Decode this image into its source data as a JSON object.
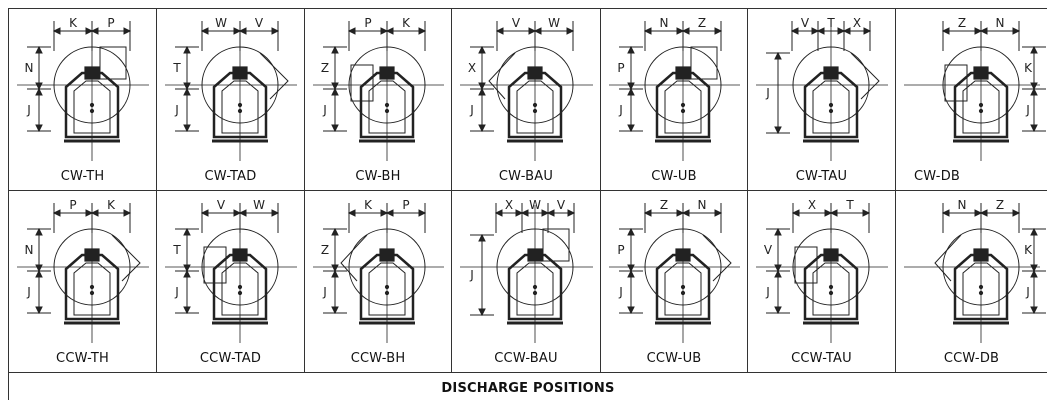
{
  "footer": {
    "title": "DISCHARGE POSITIONS"
  },
  "rows": [
    [
      {
        "caption": "CW-TH",
        "top": [
          "K",
          "P"
        ],
        "side": [
          "N",
          "J"
        ]
      },
      {
        "caption": "CW-TAD",
        "top": [
          "W",
          "V"
        ],
        "side": [
          "T",
          "J"
        ]
      },
      {
        "caption": "CW-BH",
        "top": [
          "P",
          "K"
        ],
        "side": [
          "Z",
          "J"
        ]
      },
      {
        "caption": "CW-BAU",
        "top": [
          "V",
          "W"
        ],
        "side": [
          "X",
          "J"
        ]
      },
      {
        "caption": "CW-UB",
        "top": [
          "N",
          "Z"
        ],
        "side": [
          "P",
          "J"
        ]
      },
      {
        "caption": "CW-TAU",
        "top": [
          "V",
          "T",
          "X"
        ],
        "side": [
          "J"
        ]
      },
      {
        "caption": "CW-DB",
        "top": [
          "Z",
          "N"
        ],
        "side": [
          "K",
          "J"
        ]
      }
    ],
    [
      {
        "caption": "CCW-TH",
        "top": [
          "P",
          "K"
        ],
        "side": [
          "N",
          "J"
        ]
      },
      {
        "caption": "CCW-TAD",
        "top": [
          "V",
          "W"
        ],
        "side": [
          "T",
          "J"
        ]
      },
      {
        "caption": "CCW-BH",
        "top": [
          "K",
          "P"
        ],
        "side": [
          "Z",
          "J"
        ]
      },
      {
        "caption": "CCW-BAU",
        "top": [
          "X",
          "W",
          "V"
        ],
        "side": [
          "J"
        ]
      },
      {
        "caption": "CCW-UB",
        "top": [
          "Z",
          "N"
        ],
        "side": [
          "P",
          "J"
        ]
      },
      {
        "caption": "CCW-TAU",
        "top": [
          "X",
          "T"
        ],
        "side": [
          "V",
          "J"
        ]
      },
      {
        "caption": "CCW-DB",
        "top": [
          "N",
          "Z"
        ],
        "side": [
          "K",
          "J"
        ]
      }
    ]
  ]
}
